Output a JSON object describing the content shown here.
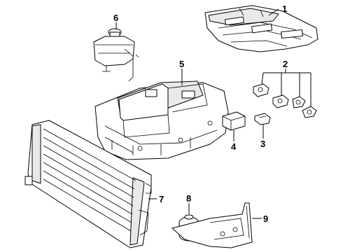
{
  "callouts": [
    {
      "id": "1",
      "label": "1"
    },
    {
      "id": "2",
      "label": "2"
    },
    {
      "id": "3",
      "label": "3"
    },
    {
      "id": "4",
      "label": "4"
    },
    {
      "id": "5",
      "label": "5"
    },
    {
      "id": "6",
      "label": "6"
    },
    {
      "id": "7",
      "label": "7"
    },
    {
      "id": "8",
      "label": "8"
    },
    {
      "id": "9",
      "label": "9"
    }
  ],
  "parts": [
    {
      "callout": "1",
      "icon": "battery-cover-assembly"
    },
    {
      "callout": "2",
      "icon": "connector-clip-set"
    },
    {
      "callout": "3",
      "icon": "bracket-clip"
    },
    {
      "callout": "4",
      "icon": "control-relay"
    },
    {
      "callout": "5",
      "icon": "inverter-assembly"
    },
    {
      "callout": "6",
      "icon": "coolant-reservoir"
    },
    {
      "callout": "7",
      "icon": "radiator"
    },
    {
      "callout": "8",
      "icon": "water-pump"
    },
    {
      "callout": "9",
      "icon": "pump-bracket"
    }
  ]
}
